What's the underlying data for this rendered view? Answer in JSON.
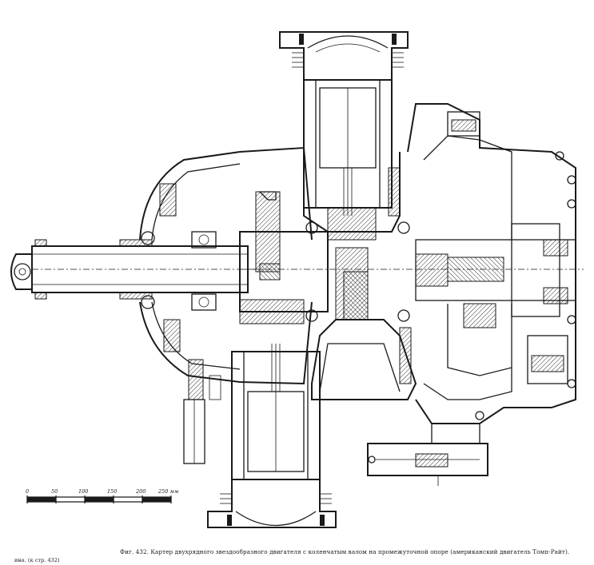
{
  "figure": {
    "caption": "Фиг. 432. Картер двухрядного звездообразного двигателя с коленчатым валом на промежуточной опоре (американский двигатель Томп-Райт).",
    "page_ref": "ина. (к стр. 432)"
  },
  "scale_bar": {
    "labels": [
      "0",
      "50",
      "100",
      "150",
      "200",
      "250 мм"
    ]
  },
  "colors": {
    "ink": "#1a1a1a",
    "paper": "#ffffff"
  }
}
